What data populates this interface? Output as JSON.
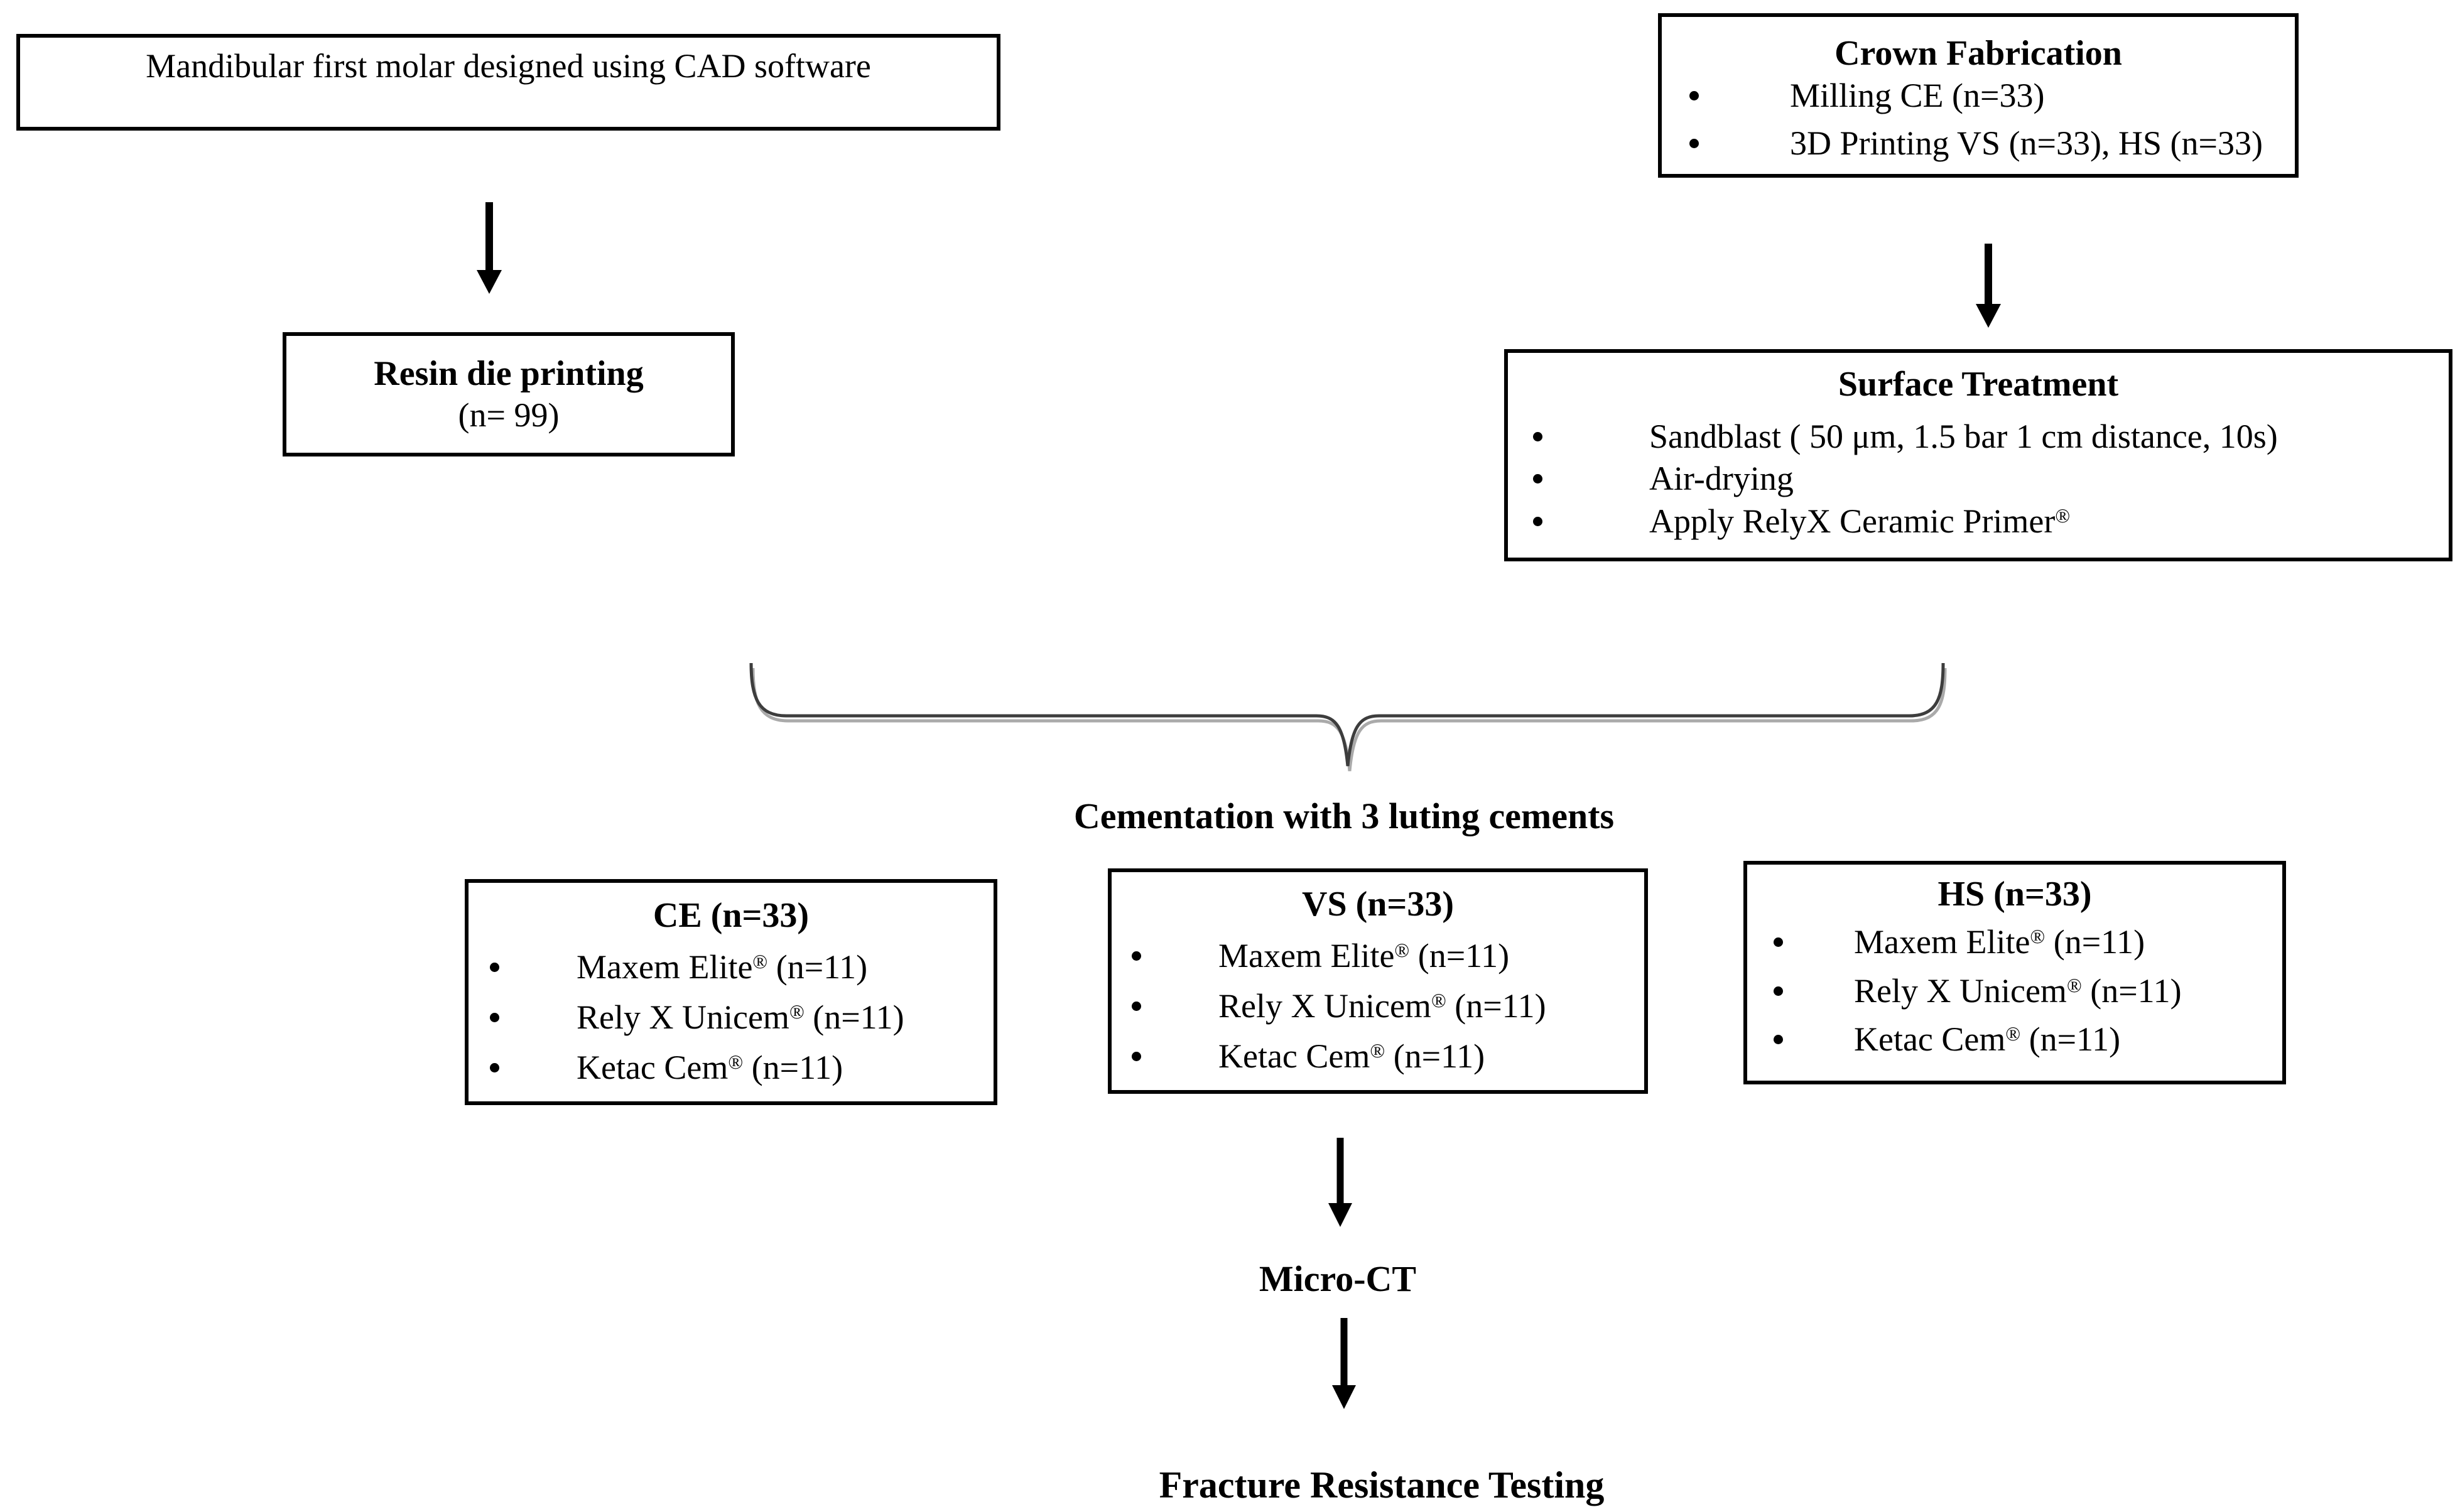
{
  "colors": {
    "background": "#ffffff",
    "ink": "#000000",
    "box_border": "#000000",
    "brace": "#3d3d3d",
    "brace_shadow": "#aaaaaa"
  },
  "boxes": {
    "cad": {
      "text": "Mandibular first molar designed using CAD software"
    },
    "crown": {
      "title": "Crown Fabrication",
      "items": [
        {
          "pre": "Milling CE (n=33)",
          "sup": "",
          "post": ""
        },
        {
          "pre": "3D Printing VS (n=33), HS (n=33)",
          "sup": "",
          "post": ""
        }
      ]
    },
    "resin": {
      "title": "Resin die printing",
      "subtitle": "(n= 99)"
    },
    "surface": {
      "title": "Surface Treatment",
      "items": [
        {
          "pre": "Sandblast ( 50 μm, 1.5 bar 1 cm distance, 10s)",
          "sup": "",
          "post": ""
        },
        {
          "pre": "Air-drying",
          "sup": "",
          "post": ""
        },
        {
          "pre": "Apply RelyX Ceramic Primer",
          "sup": "®",
          "post": ""
        }
      ]
    },
    "ce": {
      "title": "CE (n=33)",
      "items": [
        {
          "pre": "Maxem Elite",
          "sup": "®",
          "post": " (n=11)"
        },
        {
          "pre": "Rely X Unicem",
          "sup": "®",
          "post": " (n=11)"
        },
        {
          "pre": "Ketac Cem",
          "sup": "®",
          "post": " (n=11)"
        }
      ]
    },
    "vs": {
      "title": "VS (n=33)",
      "items": [
        {
          "pre": "Maxem Elite",
          "sup": "®",
          "post": " (n=11)"
        },
        {
          "pre": "Rely X Unicem",
          "sup": "®",
          "post": " (n=11)"
        },
        {
          "pre": "Ketac Cem",
          "sup": "®",
          "post": " (n=11)"
        }
      ]
    },
    "hs": {
      "title": "HS (n=33)",
      "items": [
        {
          "pre": "Maxem Elite",
          "sup": "®",
          "post": " (n=11)"
        },
        {
          "pre": "Rely X Unicem",
          "sup": "®",
          "post": " (n=11)"
        },
        {
          "pre": "Ketac Cem",
          "sup": "®",
          "post": " (n=11)"
        }
      ]
    }
  },
  "labels": {
    "cementation": "Cementation with 3 luting cements",
    "micro_ct": "Micro-CT",
    "fracture": "Fracture Resistance Testing"
  }
}
